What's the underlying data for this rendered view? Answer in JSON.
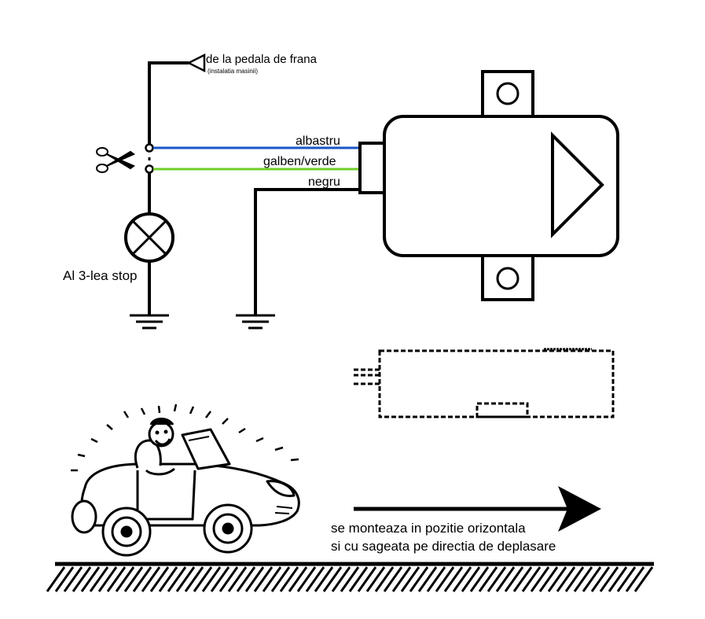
{
  "brake_source": {
    "title": "de la pedala de frana",
    "subtitle": "(instalatia masinii)"
  },
  "wires": [
    {
      "label": "albastru",
      "color": "#1a56c8"
    },
    {
      "label": "galben/verde",
      "color": "#6fcf2a"
    },
    {
      "label": "negru",
      "color": "#000000"
    }
  ],
  "lamp": {
    "label": "Al 3-lea stop"
  },
  "note": {
    "line1": "se monteaza in pozitie orizontala",
    "line2": "si cu sageata pe directia de deplasare"
  },
  "icons": [
    "scissors-icon",
    "lamp-icon",
    "ground-icon",
    "arrow-icon",
    "car-icon"
  ]
}
